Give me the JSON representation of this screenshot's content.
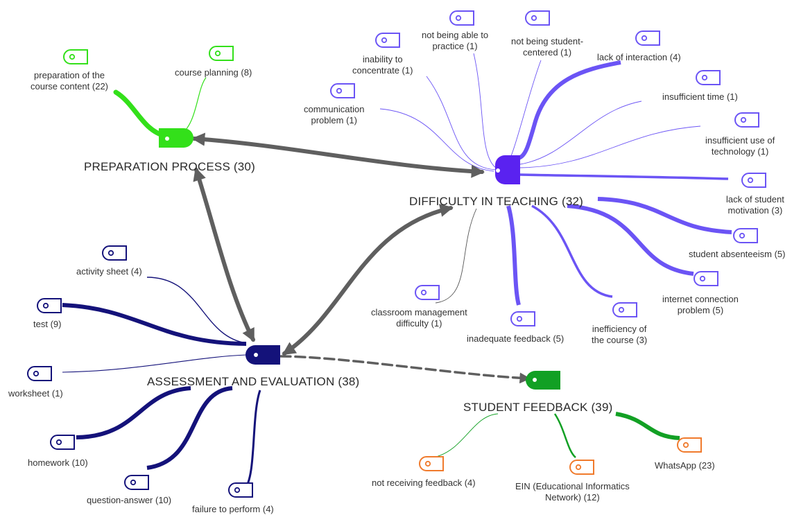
{
  "colors": {
    "preparation": "#33e01a",
    "teaching": "#6b54f5",
    "teaching_hub": "#5a22f0",
    "assessment": "#14127a",
    "feedback_hub": "#12a024",
    "feedback_leaf": "#f07a2c",
    "arrow": "#5f5f5f"
  },
  "hubs": {
    "preparation": "PREPARATION PROCESS (30)",
    "teaching": "DIFFICULTY IN TEACHING (32)",
    "assessment": "ASSESSMENT AND EVALUATION (38)",
    "feedback": "STUDENT FEEDBACK (39)"
  },
  "leaves": {
    "prep_content": [
      "preparation of the",
      "course content (22)"
    ],
    "course_planning": [
      "course planning (8)"
    ],
    "communication_problem": [
      "communication",
      "problem (1)"
    ],
    "inability_concentrate": [
      "inability to",
      "concentrate (1)"
    ],
    "not_able_practice": [
      "not being able to",
      "practice (1)"
    ],
    "not_student_centered": [
      "not being student-",
      "centered (1)"
    ],
    "lack_interaction": [
      "lack of interaction (4)"
    ],
    "insufficient_time": [
      "insufficient time (1)"
    ],
    "insufficient_tech": [
      "insufficient use of",
      "technology (1)"
    ],
    "lack_motivation": [
      "lack of student",
      "motivation (3)"
    ],
    "absenteeism": [
      "student absenteeism (5)"
    ],
    "internet_problem": [
      "internet connection",
      "problem (5)"
    ],
    "inefficiency_course": [
      "inefficiency of",
      "the course (3)"
    ],
    "inadequate_feedback": [
      "inadequate feedback (5)"
    ],
    "classroom_management": [
      "classroom management",
      "difficulty (1)"
    ],
    "activity_sheet": [
      "activity sheet (4)"
    ],
    "test": [
      "test (9)"
    ],
    "worksheet": [
      "worksheet (1)"
    ],
    "homework": [
      "homework (10)"
    ],
    "question_answer": [
      "question-answer (10)"
    ],
    "failure_perform": [
      "failure to perform (4)"
    ],
    "not_receiving_feedback": [
      "not receiving feedback (4)"
    ],
    "ein": [
      "EIN (Educational Informatics",
      "Network) (12)"
    ],
    "whatsapp": [
      "WhatsApp (23)"
    ]
  }
}
